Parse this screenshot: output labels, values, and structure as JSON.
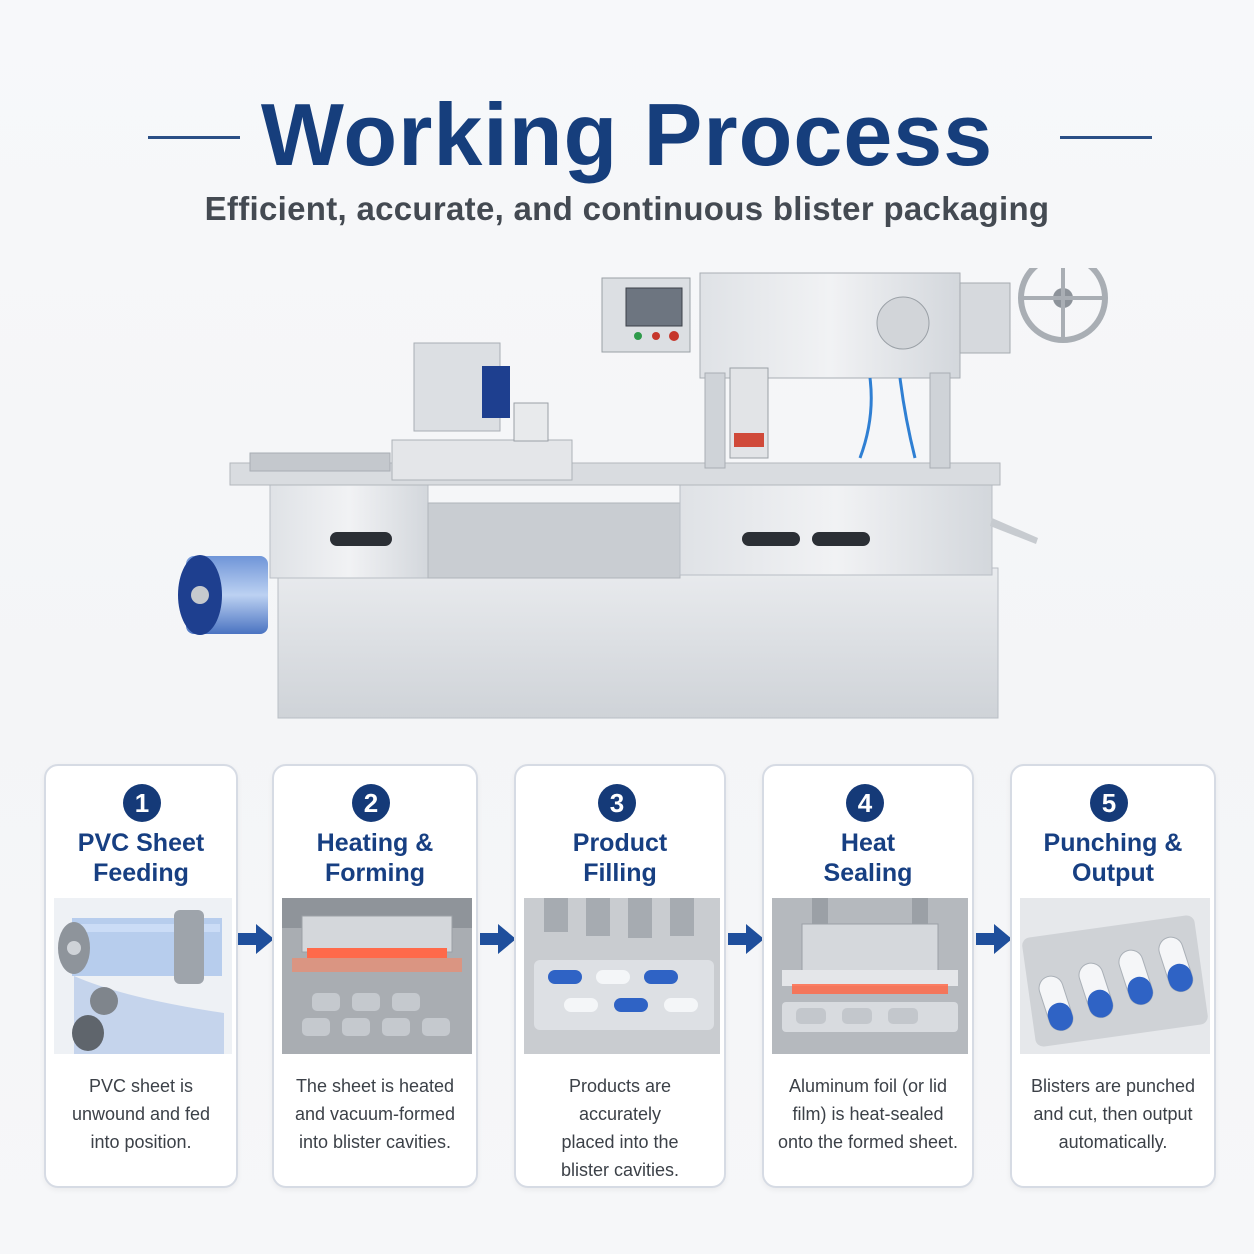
{
  "header": {
    "title": "Working Process",
    "subtitle": "Efficient, accurate, and continuous blister packaging"
  },
  "colors": {
    "navy": "#163e7c",
    "accent_blue": "#1f4f9c",
    "card_border": "#d6dbe4",
    "text_gray": "#3c4148"
  },
  "steps": [
    {
      "number": "1",
      "title_line1": "PVC Sheet",
      "title_line2": "Feeding",
      "desc_line1": "PVC sheet is",
      "desc_line2": "unwound and fed",
      "desc_line3": "into position."
    },
    {
      "number": "2",
      "title_line1": "Heating &",
      "title_line2": "Forming",
      "desc_line1": "The sheet is heated",
      "desc_line2": "and vacuum-formed",
      "desc_line3": "into blister cavities."
    },
    {
      "number": "3",
      "title_line1": "Product",
      "title_line2": "Filling",
      "desc_line1": "Products are accurately",
      "desc_line2": "placed into the",
      "desc_line3": "blister cavities."
    },
    {
      "number": "4",
      "title_line1": "Heat",
      "title_line2": "Sealing",
      "desc_line1": "Aluminum foil (or lid",
      "desc_line2": "film) is heat-sealed",
      "desc_line3": "onto the formed sheet."
    },
    {
      "number": "5",
      "title_line1": "Punching &",
      "title_line2": "Output",
      "desc_line1": "Blisters are punched",
      "desc_line2": "and cut, then output",
      "desc_line3": "automatically."
    }
  ],
  "icons": {
    "flow_arrow": "arrow-right-icon",
    "step_badge": "number-circle-icon"
  }
}
